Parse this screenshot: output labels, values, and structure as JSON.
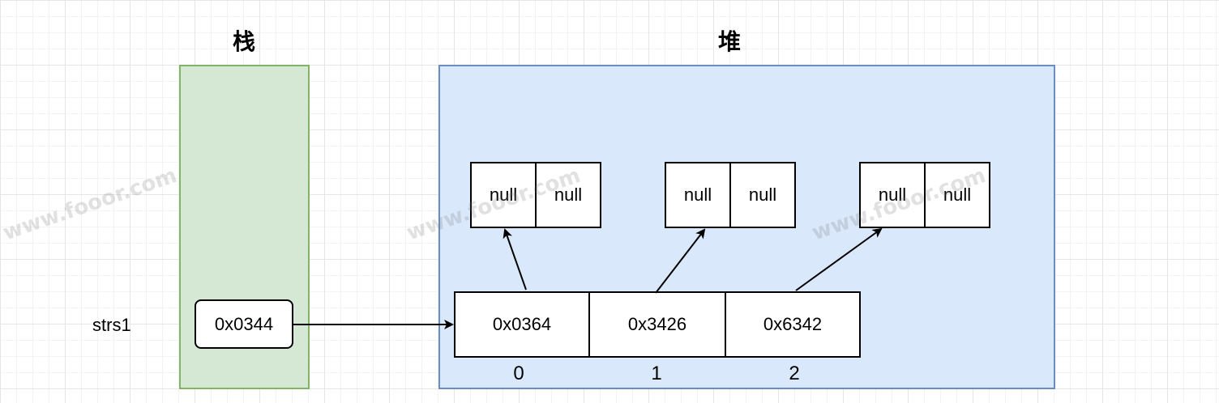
{
  "titles": {
    "stack": "栈",
    "heap": "堆"
  },
  "stack": {
    "variable_label": "strs1",
    "reference_value": "0x0344"
  },
  "heap": {
    "array": [
      "0x0364",
      "0x3426",
      "0x6342"
    ],
    "indices": [
      "0",
      "1",
      "2"
    ],
    "sub_arrays": [
      [
        "null",
        "null"
      ],
      [
        "null",
        "null"
      ],
      [
        "null",
        "null"
      ]
    ]
  },
  "watermark": "www.fooor.com",
  "colors": {
    "stack_fill": "#d5e8d4",
    "stack_stroke": "#82b366",
    "heap_fill": "#dae8fc",
    "heap_stroke": "#6c8ebf"
  }
}
